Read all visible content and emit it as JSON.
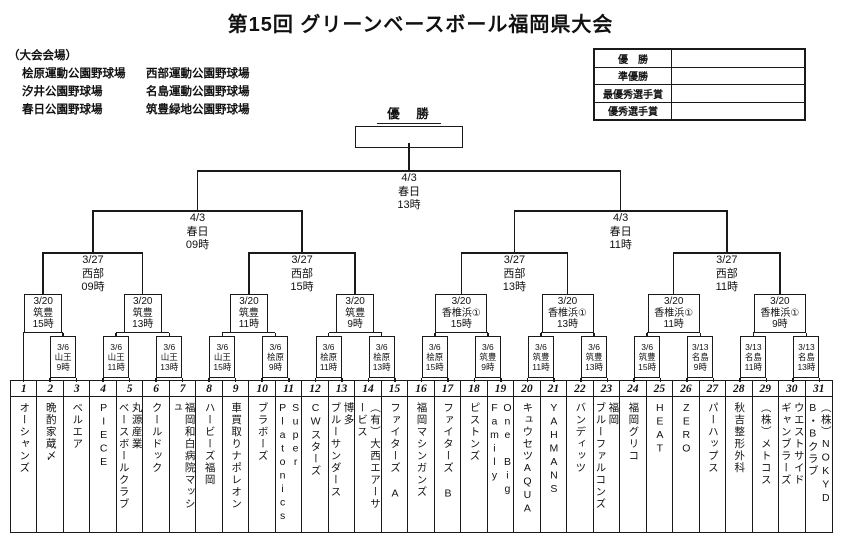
{
  "title": "第15回 グリーンベースボール福岡県大会",
  "colors": {
    "ink": "#1a1a1a",
    "paper": "#ffffff"
  },
  "venues": {
    "heading": "（大会会場）",
    "rows": [
      [
        "桧原運動公園野球場",
        "西部運動公園野球場"
      ],
      [
        "汐井公園野球場",
        "名島運動公園野球場"
      ],
      [
        "春日公園野球場",
        "筑豊緑地公園野球場"
      ]
    ]
  },
  "awards": {
    "rows": [
      {
        "label": "優　勝",
        "value": ""
      },
      {
        "label": "準優勝",
        "value": ""
      },
      {
        "label": "最優秀選手賞",
        "value": ""
      },
      {
        "label": "優秀選手賞",
        "value": ""
      }
    ]
  },
  "champion": {
    "label": "優　勝",
    "value": ""
  },
  "rounds": {
    "final": {
      "date": "4/3",
      "venue": "春日",
      "time": "13時"
    },
    "semifinals": [
      {
        "date": "4/3",
        "venue": "春日",
        "time": "09時"
      },
      {
        "date": "4/3",
        "venue": "春日",
        "time": "11時"
      }
    ],
    "quarterfinals": [
      {
        "date": "3/27",
        "venue": "西部",
        "time": "09時"
      },
      {
        "date": "3/27",
        "venue": "西部",
        "time": "15時"
      },
      {
        "date": "3/27",
        "venue": "西部",
        "time": "13時"
      },
      {
        "date": "3/27",
        "venue": "西部",
        "time": "11時"
      }
    ],
    "round1": [
      {
        "date": "3/20",
        "venue": "筑豊",
        "time": "15時"
      },
      {
        "date": "3/20",
        "venue": "筑豊",
        "time": "13時"
      },
      {
        "date": "3/20",
        "venue": "筑豊",
        "time": "11時"
      },
      {
        "date": "3/20",
        "venue": "筑豊",
        "time": "9時"
      },
      {
        "date": "3/20",
        "venue": "香椎浜①",
        "time": "15時"
      },
      {
        "date": "3/20",
        "venue": "香椎浜①",
        "time": "13時"
      },
      {
        "date": "3/20",
        "venue": "香椎浜①",
        "time": "11時"
      },
      {
        "date": "3/20",
        "venue": "香椎浜①",
        "time": "9時"
      }
    ],
    "playins": [
      {
        "teams": [
          2,
          3
        ],
        "date": "3/6",
        "venue": "山王",
        "time": "9時"
      },
      {
        "teams": [
          4,
          5
        ],
        "date": "3/6",
        "venue": "山王",
        "time": "11時"
      },
      {
        "teams": [
          6,
          7
        ],
        "date": "3/6",
        "venue": "山王",
        "time": "13時"
      },
      {
        "teams": [
          8,
          9
        ],
        "date": "3/6",
        "venue": "山王",
        "time": "15時"
      },
      {
        "teams": [
          10,
          11
        ],
        "date": "3/6",
        "venue": "桧原",
        "time": "9時"
      },
      {
        "teams": [
          12,
          13
        ],
        "date": "3/6",
        "venue": "桧原",
        "time": "11時"
      },
      {
        "teams": [
          14,
          15
        ],
        "date": "3/6",
        "venue": "桧原",
        "time": "13時"
      },
      {
        "teams": [
          16,
          17
        ],
        "date": "3/6",
        "venue": "桧原",
        "time": "15時"
      },
      {
        "teams": [
          18,
          19
        ],
        "date": "3/6",
        "venue": "筑豊",
        "time": "9時"
      },
      {
        "teams": [
          20,
          21
        ],
        "date": "3/6",
        "venue": "筑豊",
        "time": "11時"
      },
      {
        "teams": [
          22,
          23
        ],
        "date": "3/6",
        "venue": "筑豊",
        "time": "13時"
      },
      {
        "teams": [
          24,
          25
        ],
        "date": "3/6",
        "venue": "筑豊",
        "time": "15時"
      },
      {
        "teams": [
          26,
          27
        ],
        "date": "3/13",
        "venue": "名島",
        "time": "9時"
      },
      {
        "teams": [
          28,
          29
        ],
        "date": "3/13",
        "venue": "名島",
        "time": "11時"
      },
      {
        "teams": [
          30,
          31
        ],
        "date": "3/13",
        "venue": "名島",
        "time": "13時"
      }
    ]
  },
  "teams": [
    {
      "no": "1",
      "name": [
        "オーシャンズ"
      ]
    },
    {
      "no": "2",
      "name": [
        "晩酌家蔵〆"
      ]
    },
    {
      "no": "3",
      "name": [
        "ベルエア"
      ]
    },
    {
      "no": "4",
      "name": [
        "PIECE"
      ]
    },
    {
      "no": "5",
      "name": [
        "丸源産業",
        "ベースボールクラブ"
      ]
    },
    {
      "no": "6",
      "name": [
        "クールドック"
      ]
    },
    {
      "no": "7",
      "name": [
        "福岡和白病院マッシ",
        "ュ"
      ]
    },
    {
      "no": "8",
      "name": [
        "ハービーズ福岡"
      ]
    },
    {
      "no": "9",
      "name": [
        "車買取りナポレオン"
      ]
    },
    {
      "no": "10",
      "name": [
        "ブラボーズ"
      ]
    },
    {
      "no": "11",
      "name": [
        "Super",
        "Platonics"
      ]
    },
    {
      "no": "12",
      "name": [
        "CWスターズ"
      ]
    },
    {
      "no": "13",
      "name": [
        "博多",
        "ブルーサンダース"
      ]
    },
    {
      "no": "14",
      "name": [
        "（有）大西エアーサ",
        "ービス"
      ]
    },
    {
      "no": "15",
      "name": [
        "ファイターズ A"
      ]
    },
    {
      "no": "16",
      "name": [
        "福岡マシンガンズ"
      ]
    },
    {
      "no": "17",
      "name": [
        "ファイターズ B"
      ]
    },
    {
      "no": "18",
      "name": [
        "ピストンズ"
      ]
    },
    {
      "no": "19",
      "name": [
        "One Big",
        "Family"
      ]
    },
    {
      "no": "20",
      "name": [
        "キュウセツAQUA"
      ]
    },
    {
      "no": "21",
      "name": [
        "YAHMANS"
      ]
    },
    {
      "no": "22",
      "name": [
        "バンディッツ"
      ]
    },
    {
      "no": "23",
      "name": [
        "福岡",
        "ブルーファルコンズ"
      ]
    },
    {
      "no": "24",
      "name": [
        "福岡グリコ"
      ]
    },
    {
      "no": "25",
      "name": [
        "HEAT"
      ]
    },
    {
      "no": "26",
      "name": [
        "ZERO"
      ]
    },
    {
      "no": "27",
      "name": [
        "パーハップス"
      ]
    },
    {
      "no": "28",
      "name": [
        "秋吉整形外科"
      ]
    },
    {
      "no": "29",
      "name": [
        "（株）メトコス"
      ]
    },
    {
      "no": "30",
      "name": [
        "ウエストサイド",
        "ギャンブラーズ"
      ]
    },
    {
      "no": "31",
      "name": [
        "（株）NOKYD",
        "B・Bクラブ"
      ]
    }
  ]
}
